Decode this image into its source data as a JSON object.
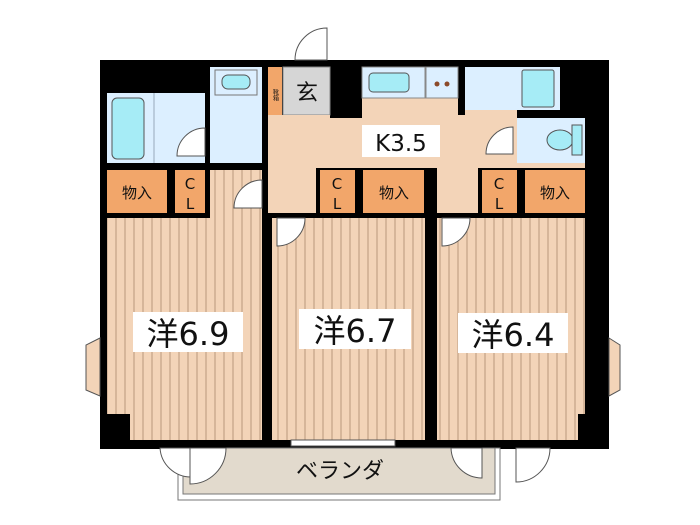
{
  "floorplan": {
    "rooms": {
      "western1": "洋6.9",
      "western2": "洋6.7",
      "western3": "洋6.4",
      "kitchen": "K3.5",
      "entrance": "玄",
      "shoe_box": "靴箱",
      "veranda": "ベランダ"
    },
    "storage": {
      "closet_label": "物入",
      "cl_top": "C",
      "cl_bottom": "L"
    },
    "colors": {
      "floor": "#f3d4b8",
      "stripe": "#b8987c",
      "storage": "#f2a66a",
      "wet_area": "#dcefff",
      "fixture": "#a6ecf6",
      "entrance": "#d6d6d6",
      "veranda": "#e2dacd",
      "wall": "#000000"
    }
  }
}
